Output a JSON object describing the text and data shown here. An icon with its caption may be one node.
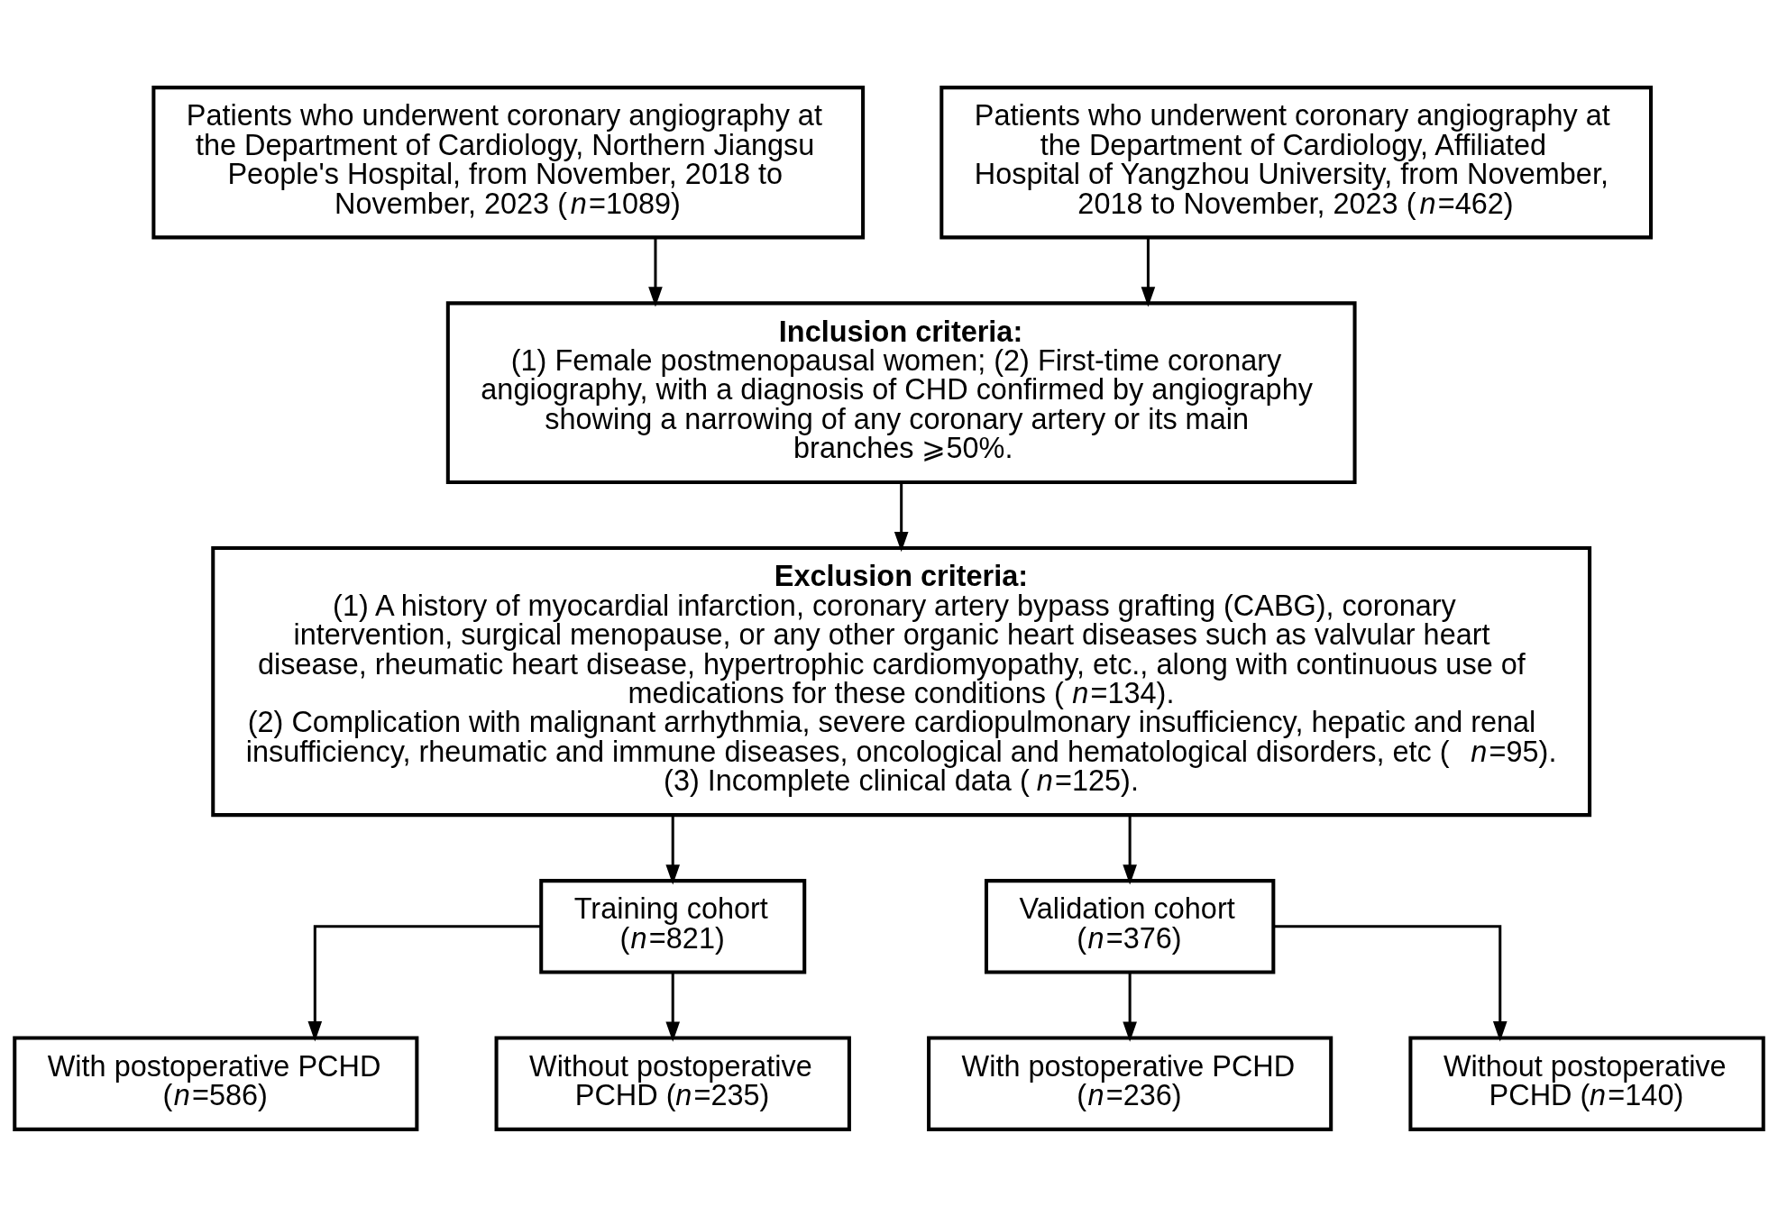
{
  "diagram": {
    "nodes": [
      {
        "text": [
          "Patients who underwent coronary angiography at the Department of Cardiology, Northern Jiangsu People's Hospital, from November, 2018 to November, 2023 (*n*=1089)"
        ]
      },
      {
        "text": [
          "Patients who underwent coronary angiography at the Department of Cardiology, Affiliated Hospital of Yangzhou University, from November, 2018 to November, 2023 (*n*=462)"
        ]
      },
      {
        "text": [
          "Inclusion criteria:",
          "(1) Female postmenopausal women; (2) First-time coronary angiography, with a diagnosis of CHD confirmed by angiography showing a narrowing of any coronary artery or its main branches ⩾50%."
        ]
      },
      {
        "text": [
          "Exclusion criteria:",
          "(1) A history of myocardial infarction, coronary artery bypass grafting (CABG), coronary intervention, surgical menopause, or any other organic heart diseases such as valvular heart disease, rheumatic heart disease, hypertrophic cardiomyopathy, etc., along with continuous use of medications for these conditions (*n*=134).",
          "(2) Complication with malignant arrhythmia, severe cardiopulmonary insufficiency, hepatic and renal insufficiency, rheumatic and immune diseases, oncological and hematological disorders, etc (*n*=95).",
          "(3) Incomplete clinical data (*n*=125)."
        ]
      },
      {
        "text": [
          "Training cohort (*n*=821)"
        ]
      },
      {
        "text": [
          "Validation cohort (*n*=376)"
        ]
      },
      {
        "text": [
          "With postoperative PCHD (*n*=586)"
        ]
      },
      {
        "text": [
          "Without postoperative PCHD (*n*=235)"
        ]
      },
      {
        "text": [
          "With postoperative PCHD (*n*=236)"
        ]
      },
      {
        "text": [
          "Without postoperative PCHD (*n*=140)"
        ]
      }
    ],
    "edges": [
      {
        "from": 0,
        "to": 2,
        "arrow": "to"
      },
      {
        "from": 1,
        "to": 2,
        "arrow": "to"
      },
      {
        "from": 2,
        "to": 3,
        "arrow": "to"
      },
      {
        "from": 3,
        "to": 4,
        "arrow": "to"
      },
      {
        "from": 3,
        "to": 5,
        "arrow": "to"
      },
      {
        "from": 4,
        "to": 6,
        "arrow": "to"
      },
      {
        "from": 4,
        "to": 7,
        "arrow": "to"
      },
      {
        "from": 5,
        "to": 8,
        "arrow": "to"
      },
      {
        "from": 5,
        "to": 9,
        "arrow": "to"
      }
    ]
  }
}
